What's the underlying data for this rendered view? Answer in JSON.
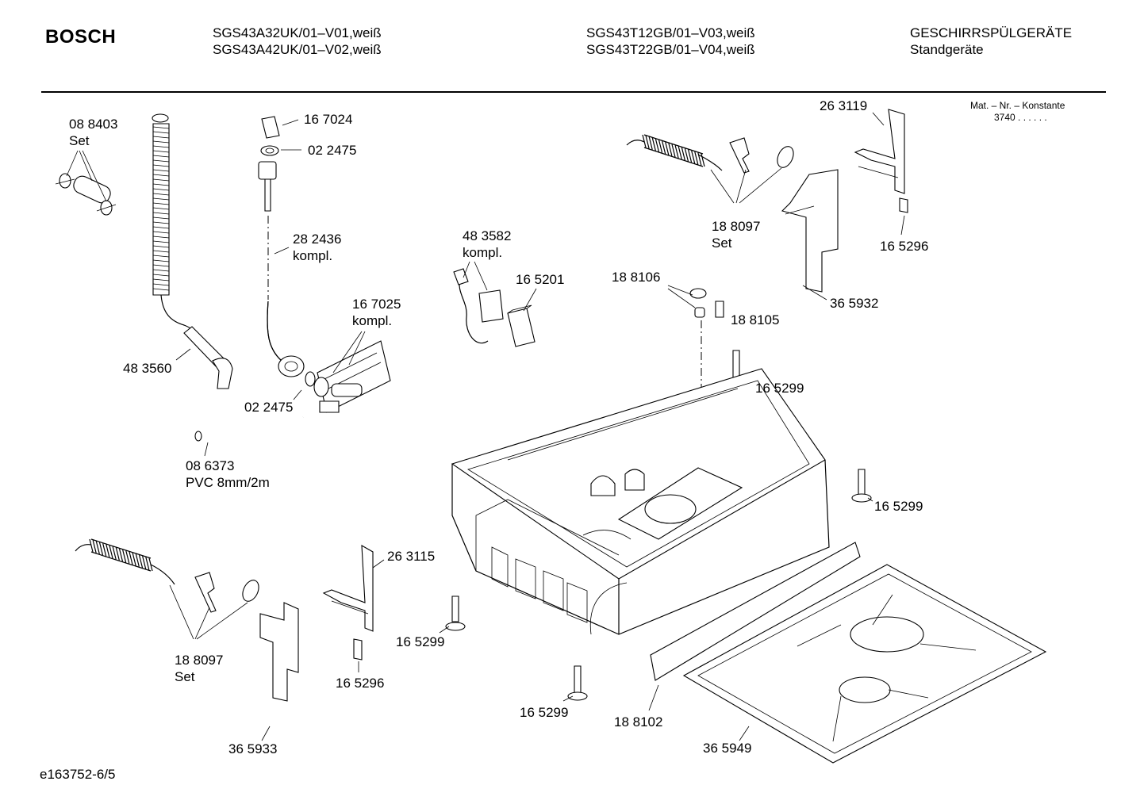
{
  "header": {
    "brand": "BOSCH",
    "models_col1": [
      "SGS43A32UK/01–V01,weiß",
      "SGS43A42UK/01–V02,weiß"
    ],
    "models_col2": [
      "SGS43T12GB/01–V03,weiß",
      "SGS43T22GB/01–V04,weiß"
    ],
    "category": [
      "GESCHIRRSPÜLGERÄTE",
      "Standgeräte"
    ],
    "mat_nr_label": "Mat. – Nr. – Konstante",
    "mat_nr_value": "3740 . . . . . ."
  },
  "footer": {
    "drawing_id": "e163752-6/5"
  },
  "parts": [
    {
      "number": "08 8403",
      "note": "Set"
    },
    {
      "number": "16 7024",
      "note": ""
    },
    {
      "number": "02 2475",
      "note": ""
    },
    {
      "number": "28 2436",
      "note": "kompl."
    },
    {
      "number": "16 7025",
      "note": "kompl."
    },
    {
      "number": "48 3560",
      "note": ""
    },
    {
      "number": "02 2475",
      "note": ""
    },
    {
      "number": "08 6373",
      "note": "PVC 8mm/2m"
    },
    {
      "number": "48 3582",
      "note": "kompl."
    },
    {
      "number": "16 5201",
      "note": ""
    },
    {
      "number": "18 8106",
      "note": ""
    },
    {
      "number": "18 8105",
      "note": ""
    },
    {
      "number": "18 8097",
      "note": "Set"
    },
    {
      "number": "26 3119",
      "note": ""
    },
    {
      "number": "16 5296",
      "note": ""
    },
    {
      "number": "36 5932",
      "note": ""
    },
    {
      "number": "16 5299",
      "note": ""
    },
    {
      "number": "16 5299",
      "note": ""
    },
    {
      "number": "26 3115",
      "note": ""
    },
    {
      "number": "16 5299",
      "note": ""
    },
    {
      "number": "18 8097",
      "note": "Set"
    },
    {
      "number": "16 5296",
      "note": ""
    },
    {
      "number": "16 5299",
      "note": ""
    },
    {
      "number": "18 8102",
      "note": ""
    },
    {
      "number": "36 5933",
      "note": ""
    },
    {
      "number": "36 5949",
      "note": ""
    }
  ]
}
